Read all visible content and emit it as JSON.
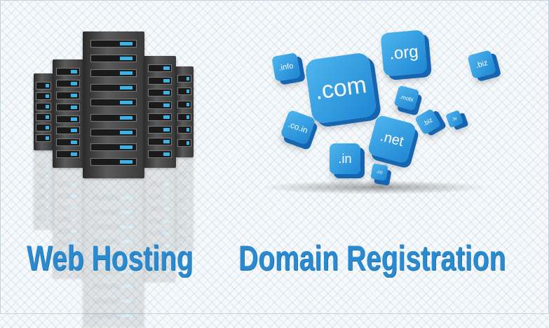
{
  "headings": {
    "hosting": "Web Hosting",
    "domain": "Domain Registration"
  },
  "domains": [
    ".com",
    ".org",
    ".info",
    ".biz",
    ".mobi",
    ".co.in",
    ".net",
    ".biz",
    ".tv",
    ".in",
    ".co"
  ],
  "colors": {
    "accent": "#2a8ad0",
    "cube": "#2e9be0",
    "server_led": "#3ab4e8"
  }
}
